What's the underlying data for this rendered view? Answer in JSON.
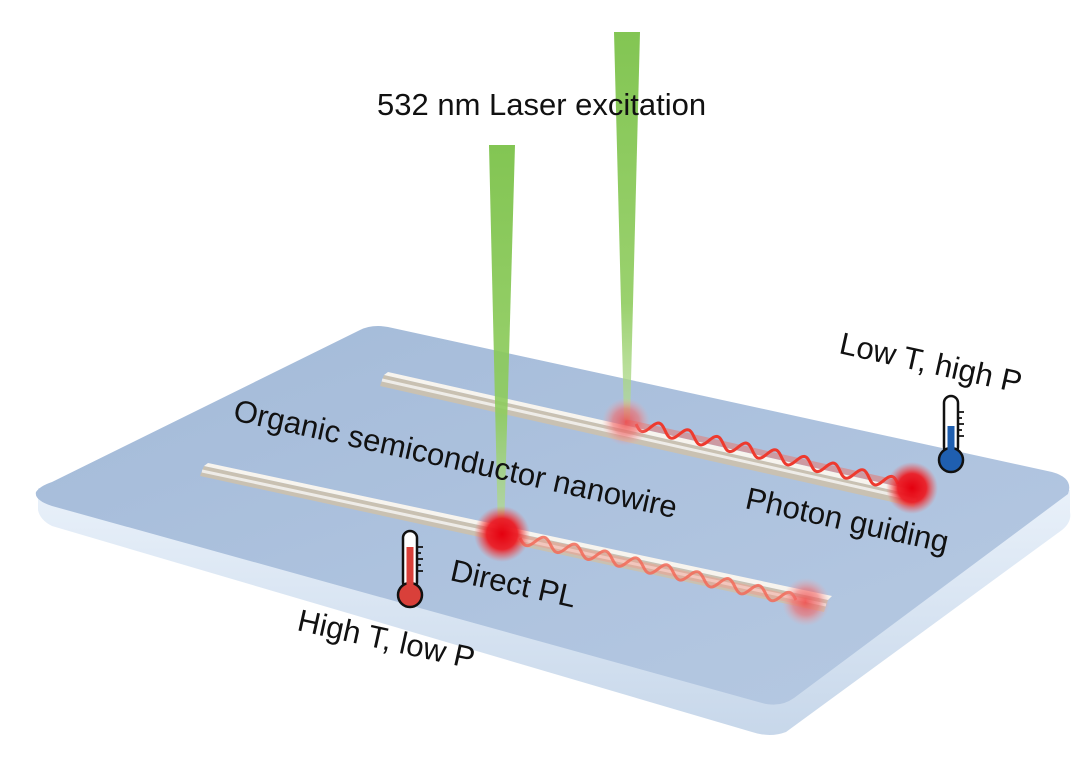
{
  "labels": {
    "laser": "532 nm Laser excitation",
    "nanowire": "Organic semiconductor nanowire",
    "photon_guiding": "Photon guiding",
    "direct_pl": "Direct PL",
    "low_t_high_p": "Low T, high P",
    "high_t_low_p": "High T, low P"
  },
  "colors": {
    "substrate": "#a9bfdc",
    "substrate_edge": "#d6e3f2",
    "laser": "#7cc24a",
    "emission": "#e8141c",
    "wave": "#f0503c",
    "hot_thermometer": "#d9403a",
    "cold_thermometer": "#1f5fb0"
  },
  "icons": {
    "hot": "thermometer-hot-icon",
    "cold": "thermometer-cold-icon"
  }
}
